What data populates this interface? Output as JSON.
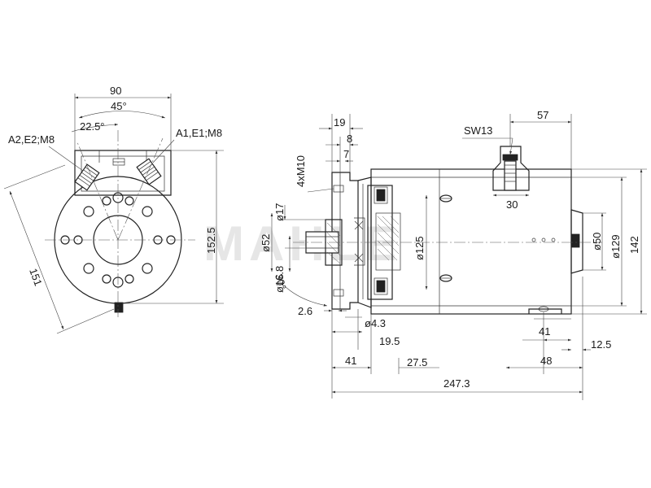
{
  "watermark": "MAHLE",
  "front_view": {
    "dims": {
      "width_90": "90",
      "angle_45": "45°",
      "angle_22_5": "22.5°",
      "terminal_left": "A2,E2;M8",
      "terminal_right": "A1,E1;M8",
      "height_152_5": "152.5",
      "diameter_151": "151"
    }
  },
  "side_view": {
    "dims": {
      "d19": "19",
      "d8": "8",
      "d7": "7",
      "thread_4xM10": "4xM10",
      "d_phi17": "ø17",
      "d_phi52": "ø52",
      "d_phi16_8": "ø16.8",
      "angle_30": "30°",
      "d_phi125": "ø125",
      "d2_6": "2.6",
      "d_phi4_3": "ø4.3",
      "d19_5": "19.5",
      "d41_left": "41",
      "d27_5": "27.5",
      "d247_3": "247.3",
      "sw13": "SW13",
      "d57": "57",
      "d30": "30",
      "d_phi50": "ø50",
      "d_phi129": "ø129",
      "d142": "142",
      "d41_right": "41",
      "d12_5": "12.5",
      "d48": "48"
    }
  }
}
